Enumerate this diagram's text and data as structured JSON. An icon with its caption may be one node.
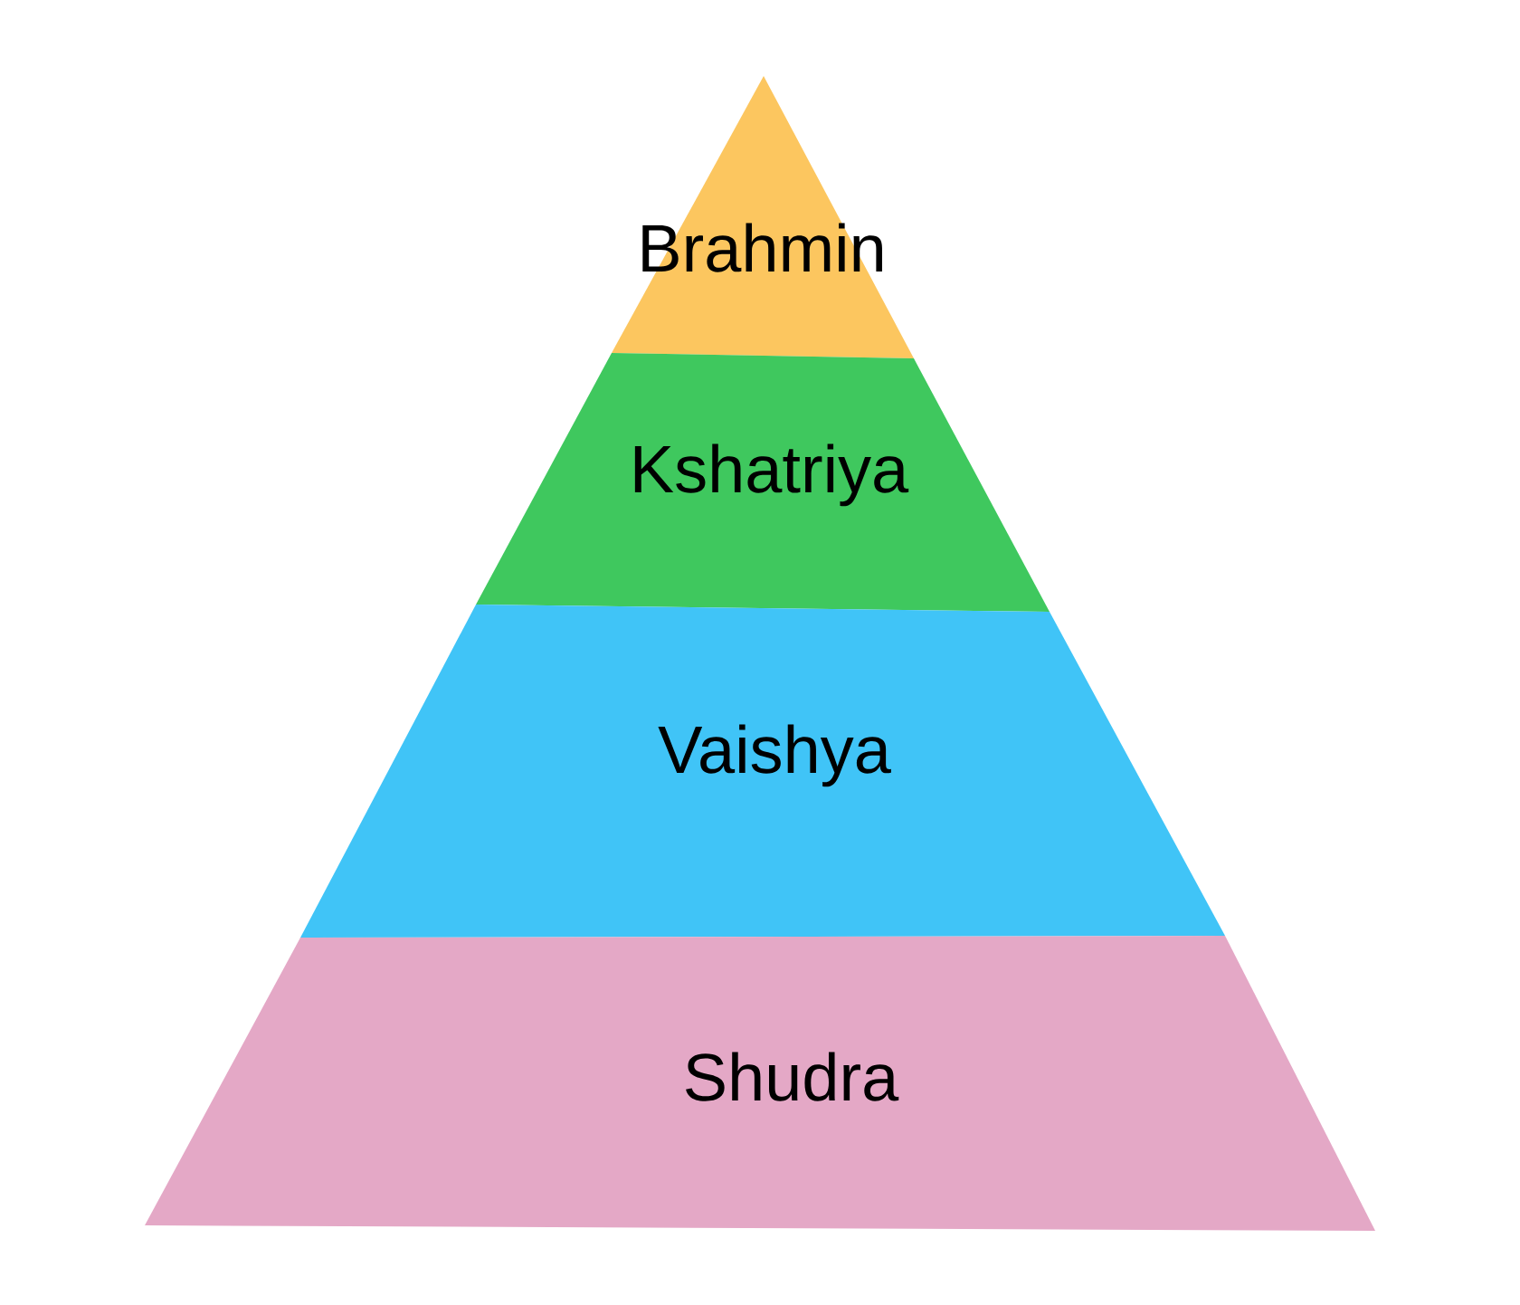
{
  "diagram": {
    "nodes": [
      {
        "text": [
          "Brahmin"
        ]
      },
      {
        "text": [
          "Kshatriya"
        ]
      },
      {
        "text": [
          "Vaishya"
        ]
      },
      {
        "text": [
          "Shudra"
        ]
      }
    ]
  }
}
